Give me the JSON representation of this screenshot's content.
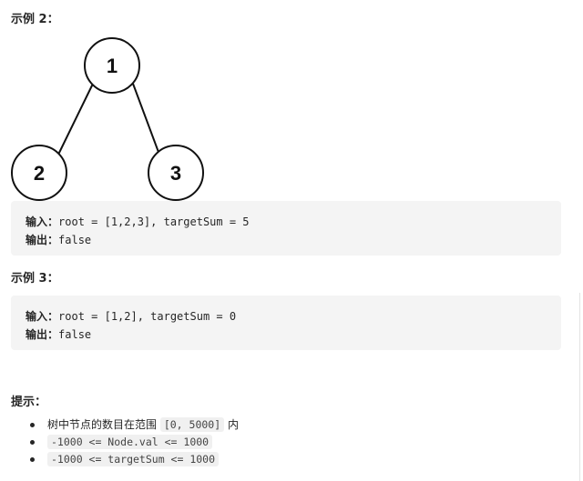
{
  "example2": {
    "heading": "示例 2：",
    "tree": {
      "nodes": [
        "1",
        "2",
        "3"
      ]
    },
    "input_label": "输入：",
    "input_value": "root = [1,2,3], targetSum = 5",
    "output_label": "输出：",
    "output_value": "false"
  },
  "example3": {
    "heading": "示例 3：",
    "input_label": "输入：",
    "input_value": "root = [1,2], targetSum = 0",
    "output_label": "输出：",
    "output_value": "false"
  },
  "hints": {
    "heading": "提示：",
    "items": [
      {
        "prefix": "树中节点的数目在范围 ",
        "code": "[0, 5000]",
        "suffix": " 内"
      },
      {
        "prefix": "",
        "code": "-1000 <= Node.val <= 1000",
        "suffix": ""
      },
      {
        "prefix": "",
        "code": "-1000 <= targetSum <= 1000",
        "suffix": ""
      }
    ]
  }
}
